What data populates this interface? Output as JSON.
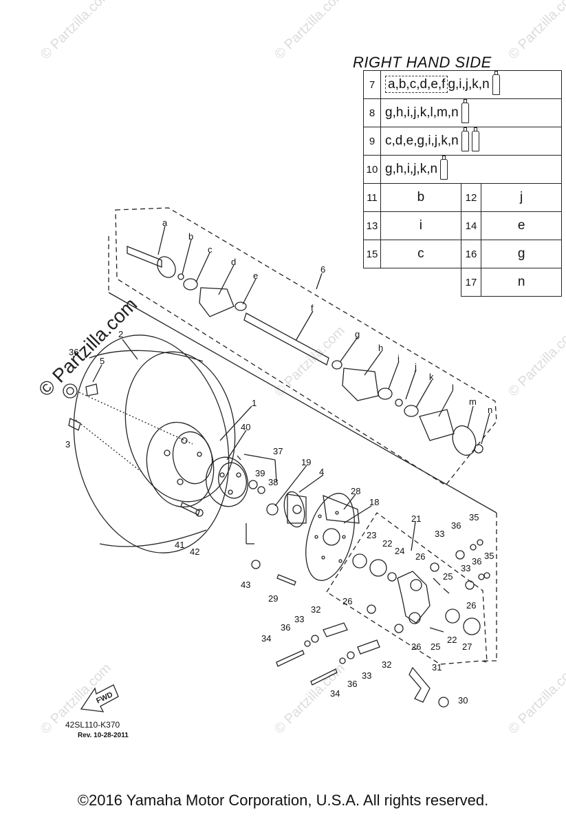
{
  "watermark": "© Partzilla.com",
  "header": {
    "title": "RIGHT HAND SIDE"
  },
  "kit_table": [
    {
      "num": "7",
      "content": "a,b,c,d,e,f",
      "content2": "g,i,j,k,n",
      "tubes": 1
    },
    {
      "num": "8",
      "content": "g,h,i,j,k,l,m,n",
      "tubes": 1
    },
    {
      "num": "9",
      "content": "c,d,e,g,i,j,k,n",
      "tubes": 2
    },
    {
      "num": "10",
      "content": "g,h,i,j,k,n",
      "tubes": 1
    }
  ],
  "kit_pairs": [
    {
      "n1": "11",
      "v1": "b",
      "n2": "12",
      "v2": "j"
    },
    {
      "n1": "13",
      "v1": "i",
      "n2": "14",
      "v2": "e"
    },
    {
      "n1": "15",
      "v1": "c",
      "n2": "16",
      "v2": "g"
    },
    {
      "n1": "",
      "v1": "",
      "n2": "17",
      "v2": "n"
    }
  ],
  "callouts": [
    {
      "label": "a"
    },
    {
      "label": "b"
    },
    {
      "label": "c"
    },
    {
      "label": "d"
    },
    {
      "label": "e"
    },
    {
      "label": "6"
    },
    {
      "label": "f"
    },
    {
      "label": "g"
    },
    {
      "label": "h"
    },
    {
      "label": "i"
    },
    {
      "label": "j"
    },
    {
      "label": "k"
    },
    {
      "label": "l"
    },
    {
      "label": "m"
    },
    {
      "label": "n"
    },
    {
      "label": "2"
    },
    {
      "label": "5"
    },
    {
      "label": "3"
    },
    {
      "label": "1"
    },
    {
      "label": "40"
    },
    {
      "label": "37"
    },
    {
      "label": "39"
    },
    {
      "label": "38"
    },
    {
      "label": "19"
    },
    {
      "label": "4"
    },
    {
      "label": "28"
    },
    {
      "label": "18"
    },
    {
      "label": "21"
    },
    {
      "label": "36"
    },
    {
      "label": "35"
    },
    {
      "label": "33"
    },
    {
      "label": "23"
    },
    {
      "label": "22"
    },
    {
      "label": "24"
    },
    {
      "label": "26"
    },
    {
      "label": "25"
    },
    {
      "label": "41"
    },
    {
      "label": "42"
    },
    {
      "label": "43"
    },
    {
      "label": "29"
    },
    {
      "label": "32"
    },
    {
      "label": "34"
    },
    {
      "label": "27"
    },
    {
      "label": "31"
    },
    {
      "label": "30"
    }
  ],
  "fwd_label": "FWD",
  "diagram_code": "42SL110-K370",
  "revision": "Rev.  10-28-2011",
  "copyright": "©2016 Yamaha Motor Corporation, U.S.A. All rights reserved."
}
